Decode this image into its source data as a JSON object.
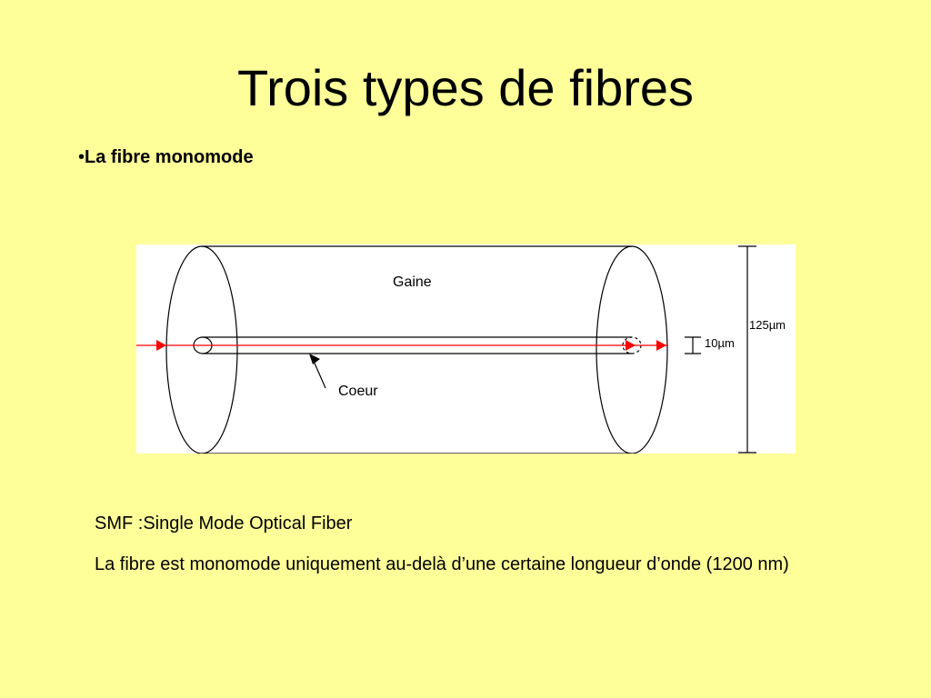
{
  "slide": {
    "title": "Trois types de fibres",
    "bullet": {
      "marker": "•",
      "text": "La fibre monomode"
    },
    "diagram": {
      "cladding_label": "Gaine",
      "core_label": "Coeur",
      "outer_diameter_label": "125µm",
      "core_diameter_label": "10µm",
      "light_color": "#ff0000",
      "background_color": "#ffffff"
    },
    "captions": [
      "SMF :Single Mode Optical Fiber",
      "La fibre est monomode uniquement au-delà d’une certaine longueur d’onde (1200 nm)"
    ],
    "colors": {
      "slide_background": "#ffff99"
    }
  }
}
